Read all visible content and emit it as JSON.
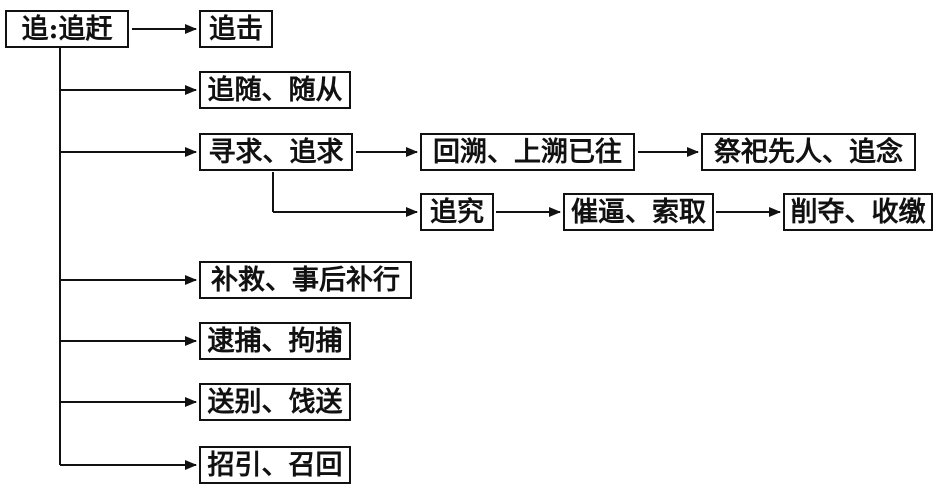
{
  "nodes": {
    "root": "追:追赶",
    "n1": "追击",
    "n2": "追随、随从",
    "n3": "寻求、追求",
    "n3a": "回溯、上溯已往",
    "n3b": "祭祀先人、追念",
    "n4": "追究",
    "n4a": "催逼、索取",
    "n4b": "削夺、收缴",
    "n5": "补救、事后补行",
    "n6": "逮捕、拘捕",
    "n7": "送别、饯送",
    "n8": "招引、召回"
  },
  "edges": [
    [
      "root",
      "n1"
    ],
    [
      "root",
      "n2"
    ],
    [
      "root",
      "n3"
    ],
    [
      "root",
      "n5"
    ],
    [
      "root",
      "n6"
    ],
    [
      "root",
      "n7"
    ],
    [
      "root",
      "n8"
    ],
    [
      "n3",
      "n3a"
    ],
    [
      "n3a",
      "n3b"
    ],
    [
      "n3",
      "n4"
    ],
    [
      "n4",
      "n4a"
    ],
    [
      "n4a",
      "n4b"
    ]
  ]
}
